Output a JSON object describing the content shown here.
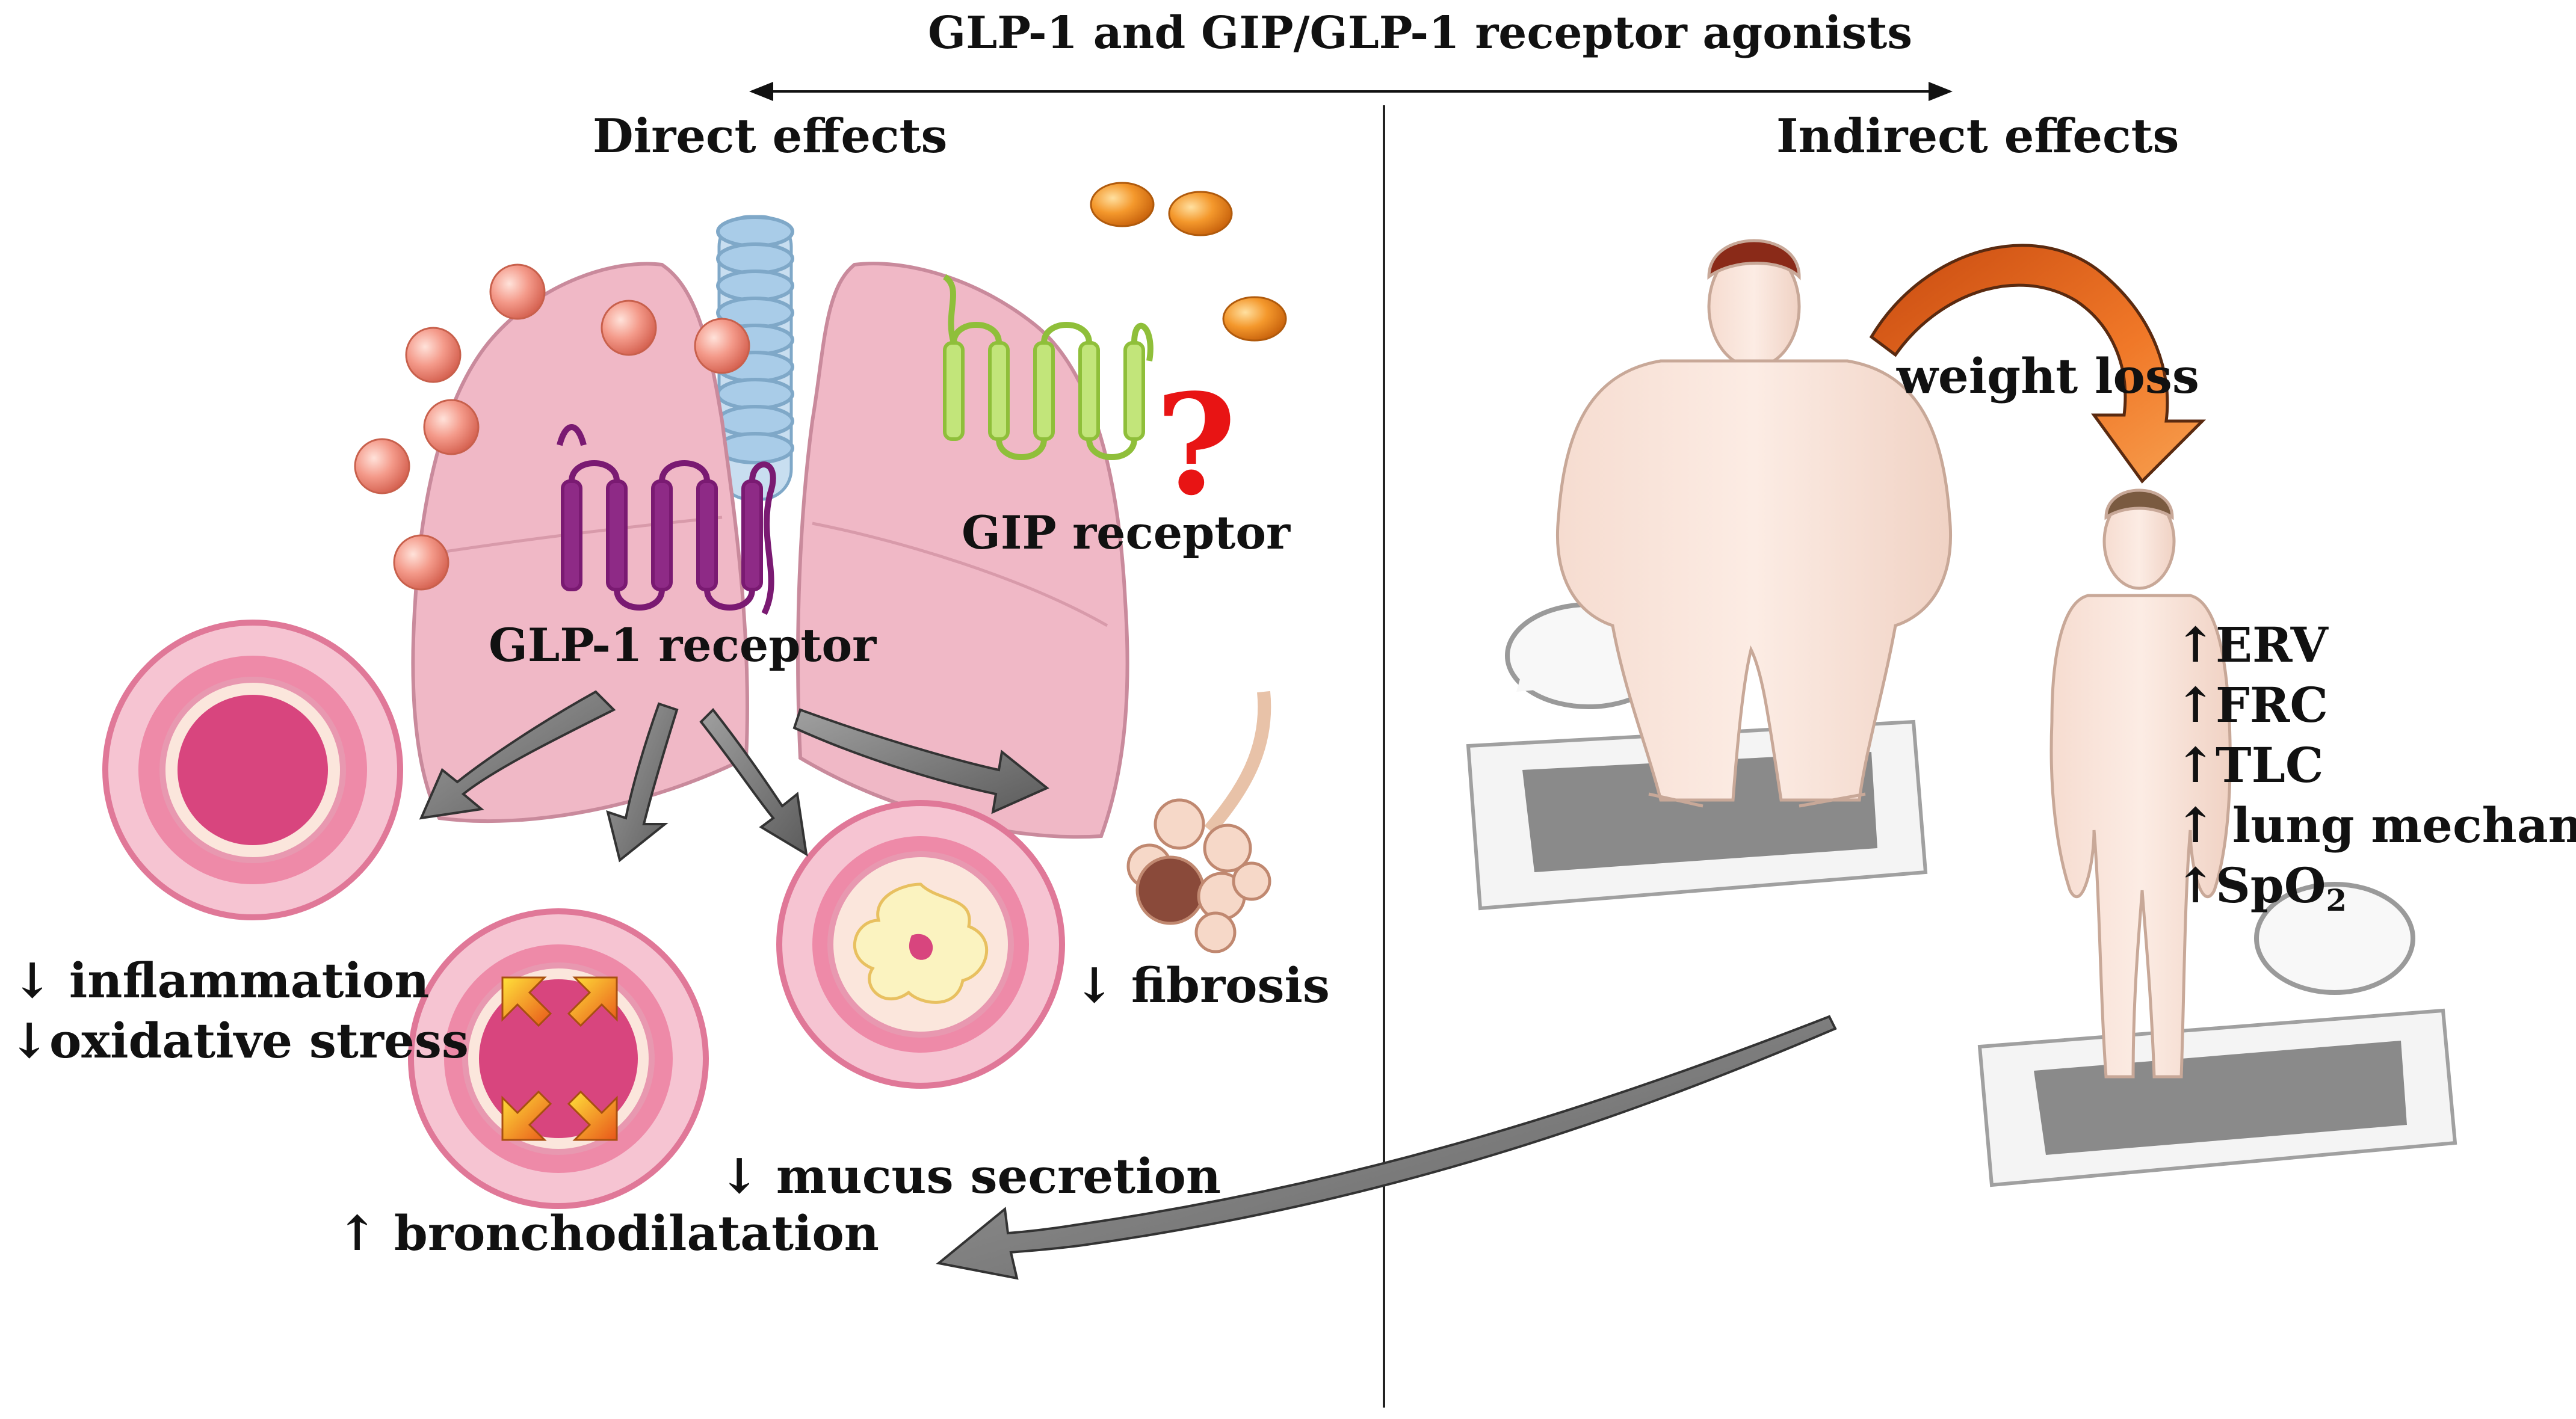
{
  "header": {
    "title": "GLP-1 and GIP/GLP-1 receptor agonists",
    "direct": "Direct effects",
    "indirect": "Indirect effects"
  },
  "direct": {
    "glp1_receptor": "GLP-1 receptor",
    "gip_receptor": "GIP receptor",
    "question_mark": "?",
    "inflammation": "↓ inflammation",
    "oxidative_stress": "↓oxidative stress",
    "bronchodilatation": "↑ bronchodilatation",
    "mucus_secretion": "↓ mucus secretion",
    "fibrosis": "↓ fibrosis"
  },
  "indirect": {
    "weight_loss": "weight loss",
    "effects": {
      "erv": "↑ERV",
      "frc": "↑FRC",
      "tlc": "↑TLC",
      "lung_mechanics": "↑ lung mechanics",
      "spo2_prefix": "↑SpO",
      "spo2_sub": "2"
    }
  },
  "colors": {
    "lung": "#f0b8c6",
    "glp1_receptor": "#7a1a72",
    "gip_receptor": "#b8e06a",
    "glp1_agonist": "#f08a7a",
    "gip_agonist": "#f08a1e",
    "arrow_orange": "#ee7020",
    "arrow_gray": "#7a7a7a",
    "question": "#e81414"
  }
}
